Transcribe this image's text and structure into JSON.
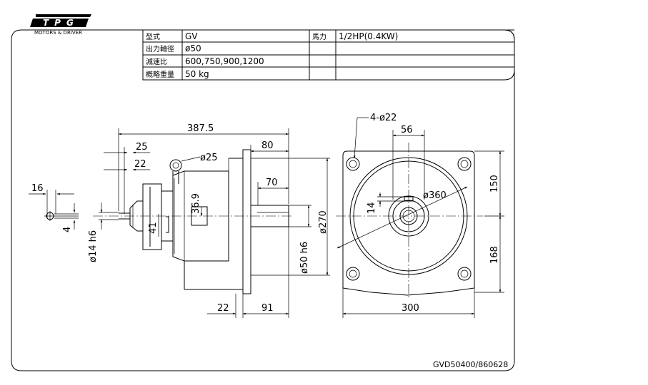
{
  "logo": {
    "mark": "TPG",
    "tagline": "MOTORS & DRIVER"
  },
  "spec_table": {
    "rows": [
      {
        "label": "型式",
        "value": "GV",
        "label2": "馬力",
        "value2": "1/2HP(0.4KW)"
      },
      {
        "label": "出力軸徑",
        "value": "ø50",
        "label2": "",
        "value2": ""
      },
      {
        "label": "減速比",
        "value": "600,750,900,1200",
        "label2": "",
        "value2": ""
      },
      {
        "label": "概略重量",
        "value": "50 kg",
        "label2": "",
        "value2": ""
      }
    ]
  },
  "side_view": {
    "overall_length": "387.5",
    "flange_to_shaft": "80",
    "shaft_length": "70",
    "top_25": "25",
    "top_22": "22",
    "eyebolt": "ø25",
    "dim_16": "16",
    "dim_4": "4",
    "dim_14h6": "ø14 h6",
    "dim_36_9": "36.9",
    "dim_41": "41",
    "dim_14": "14",
    "dim_50h6": "ø50 h6",
    "dim_270": "ø270",
    "bottom_22": "22",
    "bottom_91": "91"
  },
  "front_view": {
    "holes": "4-ø22",
    "dim_56": "56",
    "pcd": "ø360",
    "dim_150": "150",
    "dim_168": "168",
    "dim_300": "300"
  },
  "drawing_number": "GVD50400/860628"
}
